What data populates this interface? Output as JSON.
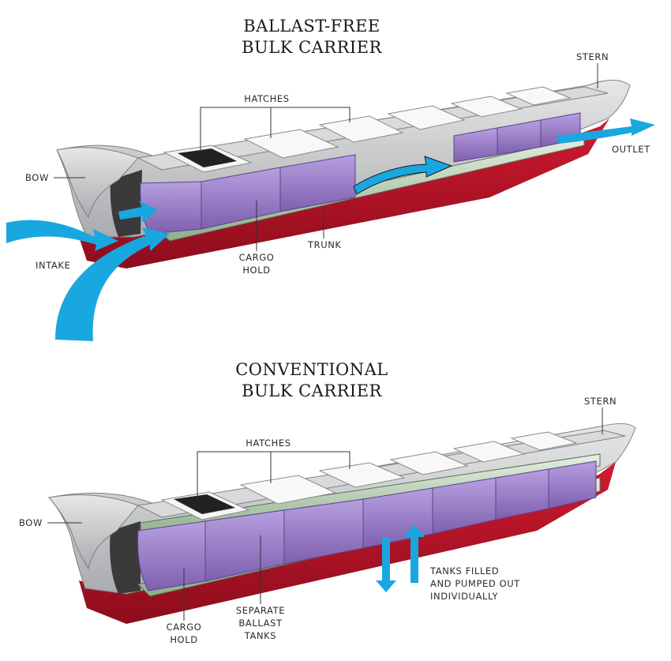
{
  "top": {
    "title_line1": "BALLAST-FREE",
    "title_line2": "BULK CARRIER",
    "labels": {
      "hatches": "HATCHES",
      "stern": "STERN",
      "bow": "BOW",
      "outlet": "OUTLET",
      "intake": "INTAKE",
      "trunk": "TRUNK",
      "cargo_hold_1": "CARGO",
      "cargo_hold_2": "HOLD"
    }
  },
  "bottom": {
    "title_line1": "CONVENTIONAL",
    "title_line2": "BULK CARRIER",
    "labels": {
      "hatches": "HATCHES",
      "stern": "STERN",
      "bow": "BOW",
      "tanks_1": "TANKS FILLED",
      "tanks_2": "AND PUMPED OUT",
      "tanks_3": "INDIVIDUALLY",
      "ballast_1": "SEPARATE",
      "ballast_2": "BALLAST",
      "ballast_3": "TANKS",
      "cargo_hold_1": "CARGO",
      "cargo_hold_2": "HOLD"
    }
  },
  "colors": {
    "hull_red": "#c0152a",
    "hull_grey": "#cfd0d2",
    "deck_white": "#f2f2f2",
    "cargo_purple": "#9d80c4",
    "trunk_green": "#cfe0cc",
    "water_blue": "#19a7e0",
    "dark_interior": "#3a3a3a"
  }
}
